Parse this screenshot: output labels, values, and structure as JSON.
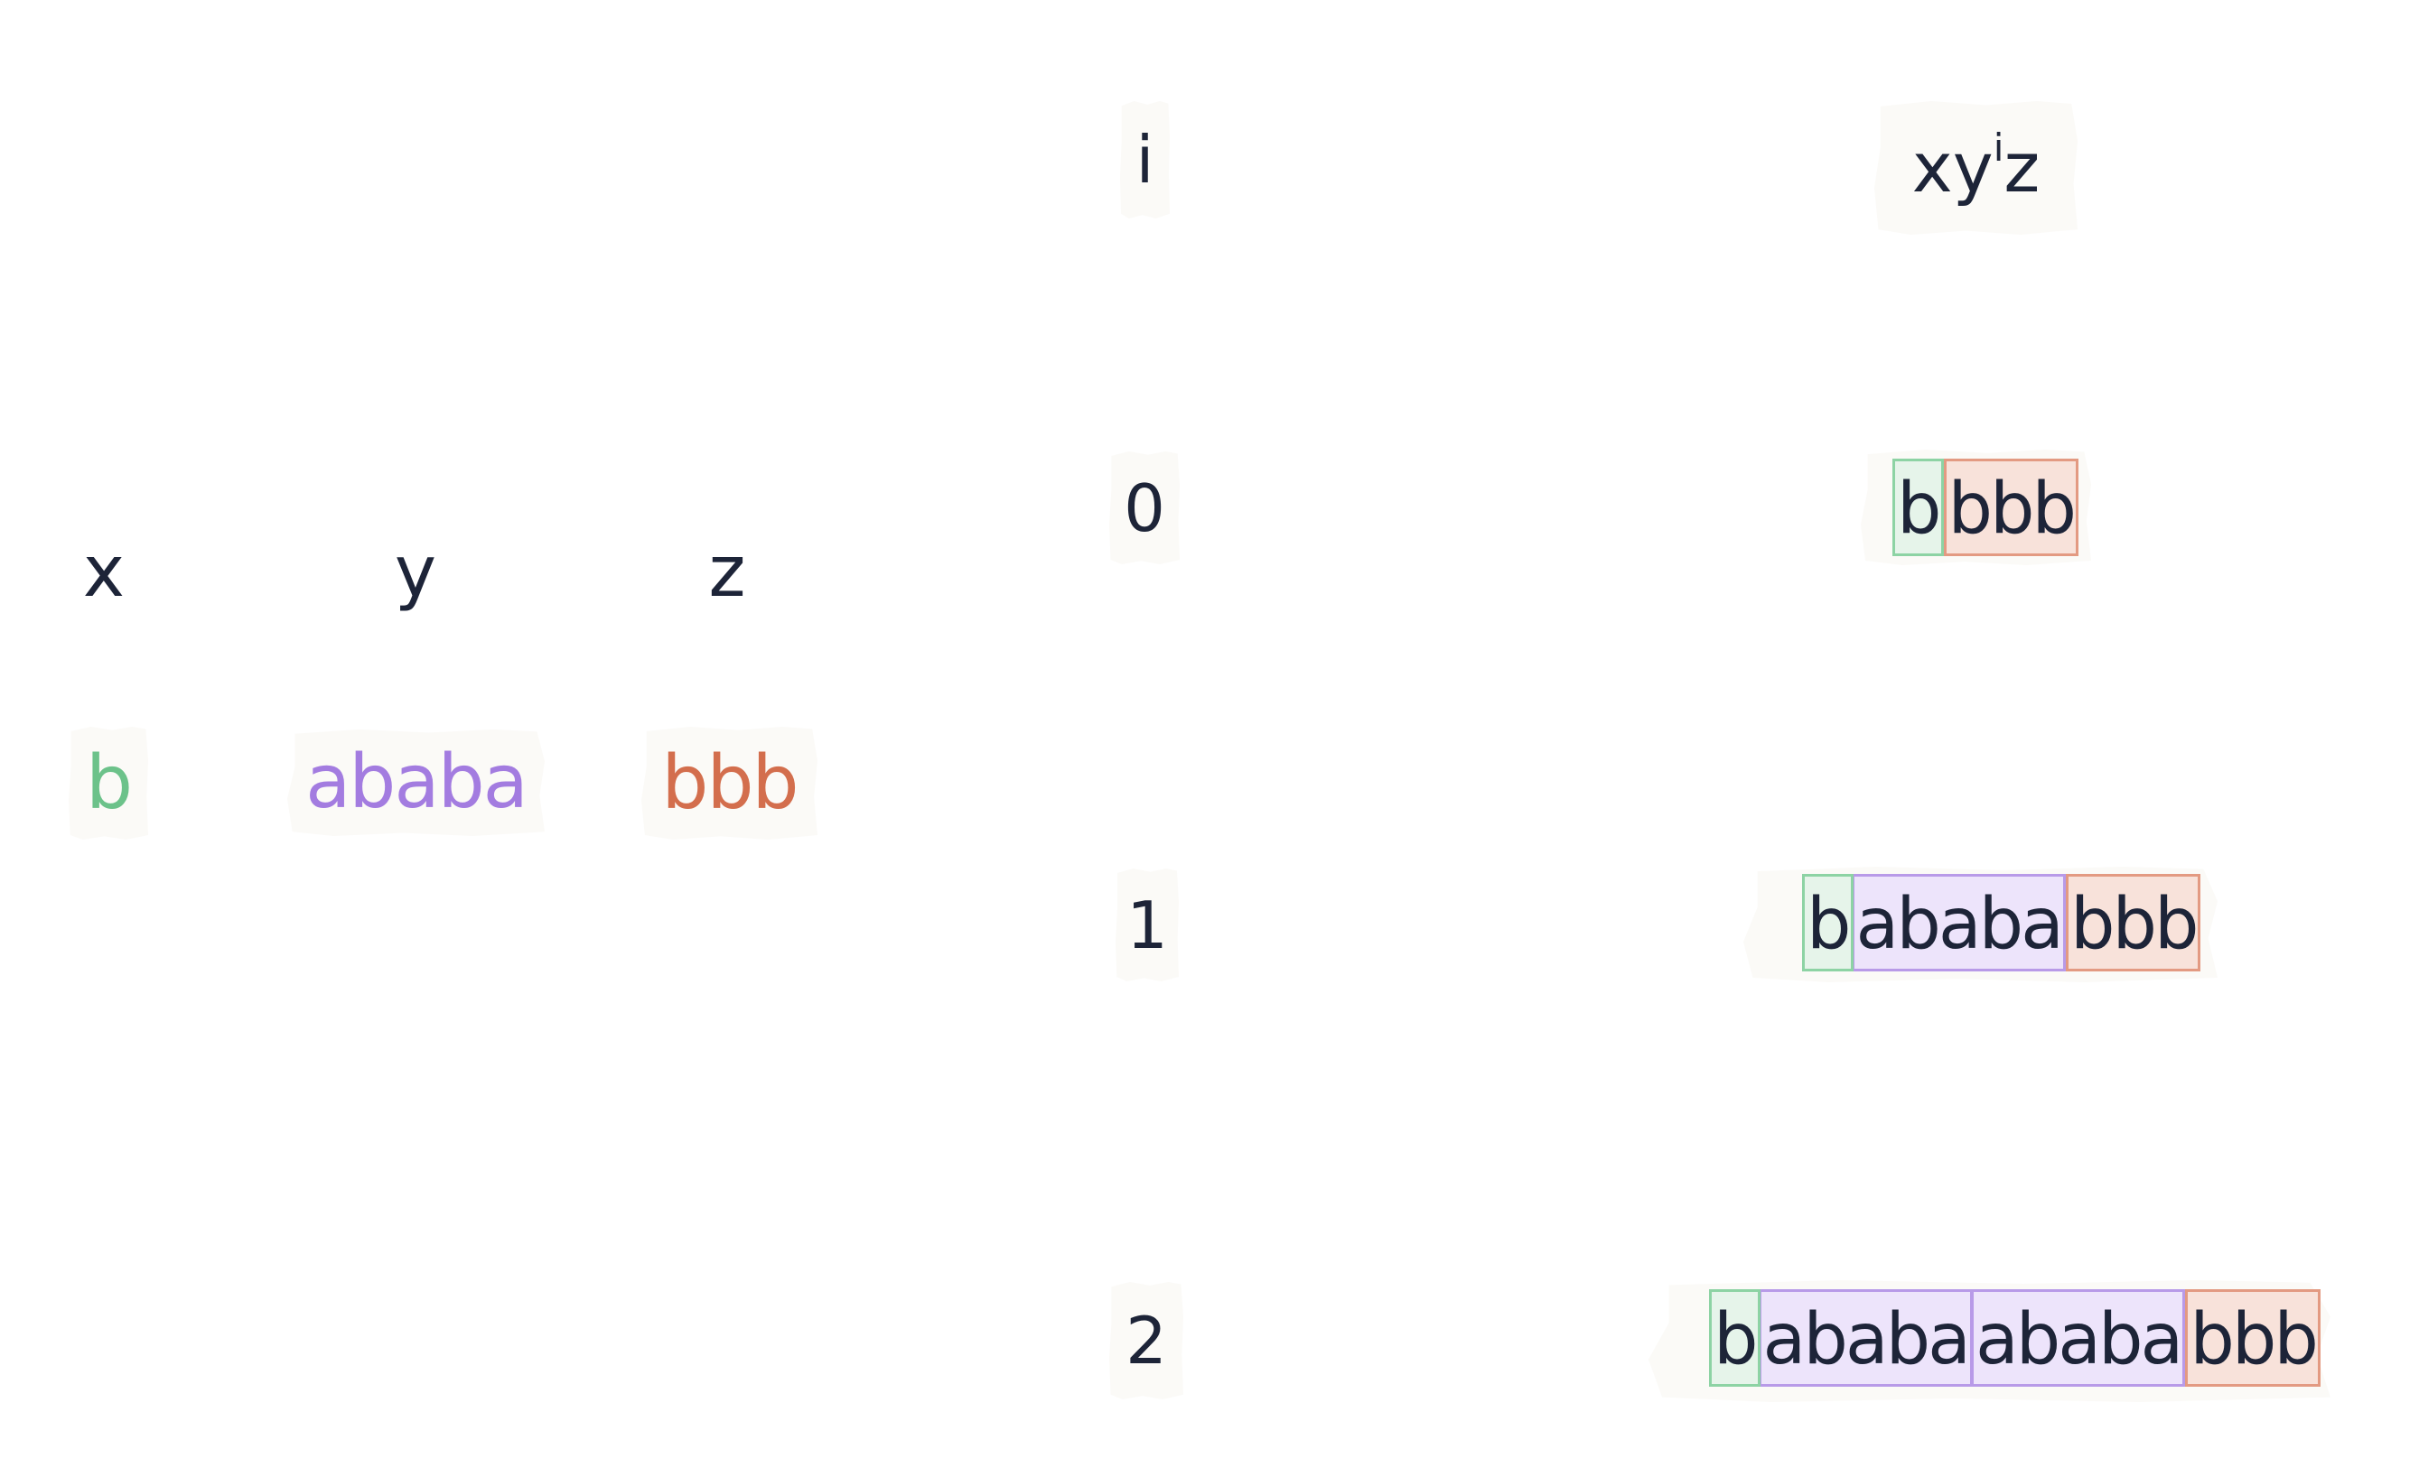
{
  "parts": {
    "x": {
      "label": "x",
      "value": "b"
    },
    "y": {
      "label": "y",
      "value": "ababa"
    },
    "z": {
      "label": "z",
      "value": "bbb"
    }
  },
  "header": {
    "index_label": "i",
    "formula_base": "xy",
    "formula_exp": "i",
    "formula_tail": "z"
  },
  "rows": [
    {
      "index": "0",
      "x": "b",
      "ys": [],
      "z": "bbb"
    },
    {
      "index": "1",
      "x": "b",
      "ys": [
        "ababa"
      ],
      "z": "bbb"
    },
    {
      "index": "2",
      "x": "b",
      "ys": [
        "ababa",
        "ababa"
      ],
      "z": "bbb"
    }
  ],
  "colors": {
    "x": "#6cc28a",
    "y": "#a37ce0",
    "z": "#d36e4d",
    "text": "#1d2438"
  }
}
